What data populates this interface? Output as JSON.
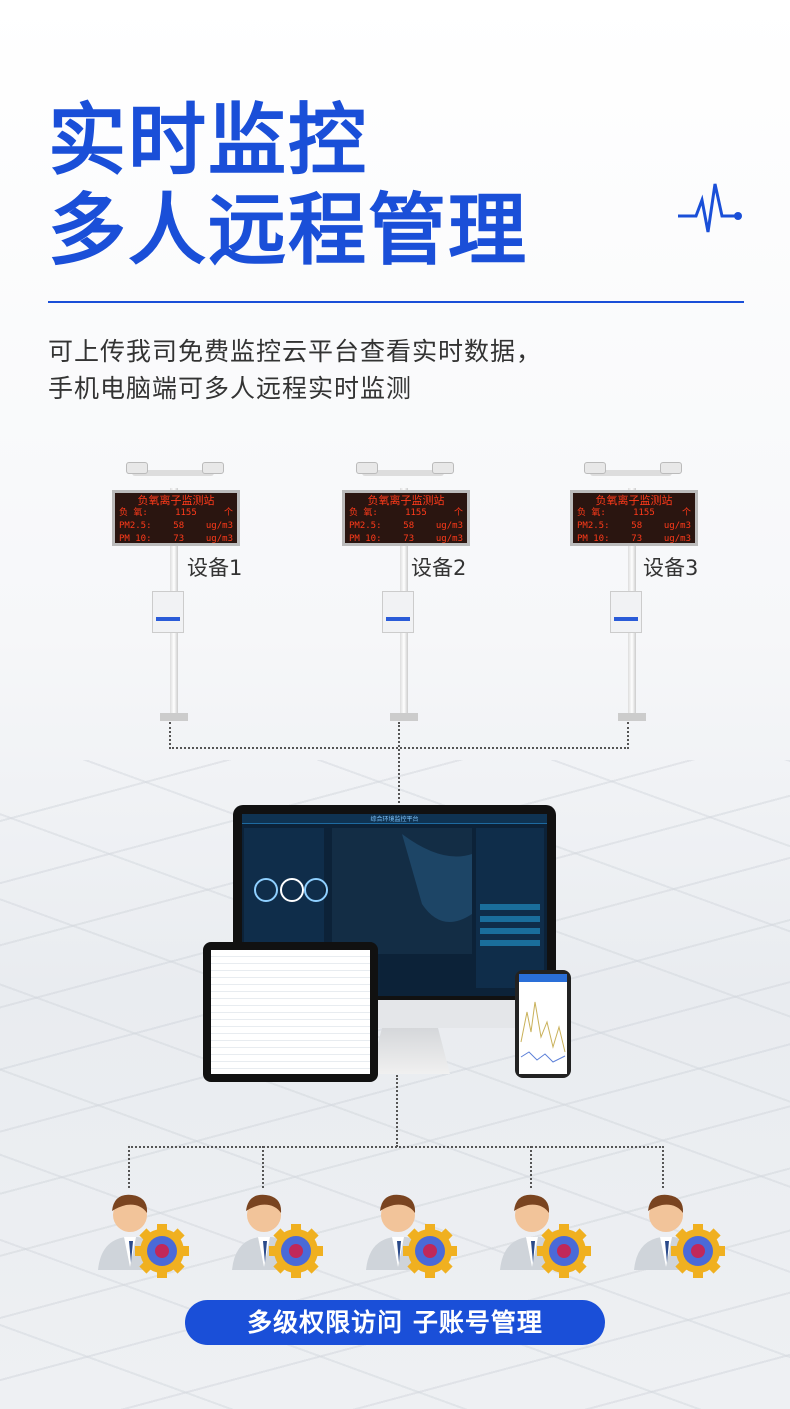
{
  "title": {
    "line1": "实时监控",
    "line2": "多人远程管理"
  },
  "subtitle": {
    "line1": "可上传我司免费监控云平台查看实时数据，",
    "line2": "手机电脑端可多人远程实时监测"
  },
  "devices": [
    {
      "label": "设备1",
      "display": {
        "header": "负氧离子监测站",
        "rows": [
          [
            "负 氧:",
            "1155",
            "个"
          ],
          [
            "PM2.5:",
            "58",
            "ug/m3"
          ],
          [
            "PM 10:",
            "73",
            "ug/m3"
          ]
        ]
      }
    },
    {
      "label": "设备2",
      "display": {
        "header": "负氧离子监测站",
        "rows": [
          [
            "负 氧:",
            "1155",
            "个"
          ],
          [
            "PM2.5:",
            "58",
            "ug/m3"
          ],
          [
            "PM 10:",
            "73",
            "ug/m3"
          ]
        ]
      }
    },
    {
      "label": "设备3",
      "display": {
        "header": "负氧离子监测站",
        "rows": [
          [
            "负 氧:",
            "1155",
            "个"
          ],
          [
            "PM2.5:",
            "58",
            "ug/m3"
          ],
          [
            "PM 10:",
            "73",
            "ug/m3"
          ]
        ]
      }
    }
  ],
  "platform": {
    "title": "综合环境监控平台"
  },
  "footer": {
    "pill": "多级权限访问  子账号管理"
  },
  "colors": {
    "accent": "#1a4fd8"
  }
}
